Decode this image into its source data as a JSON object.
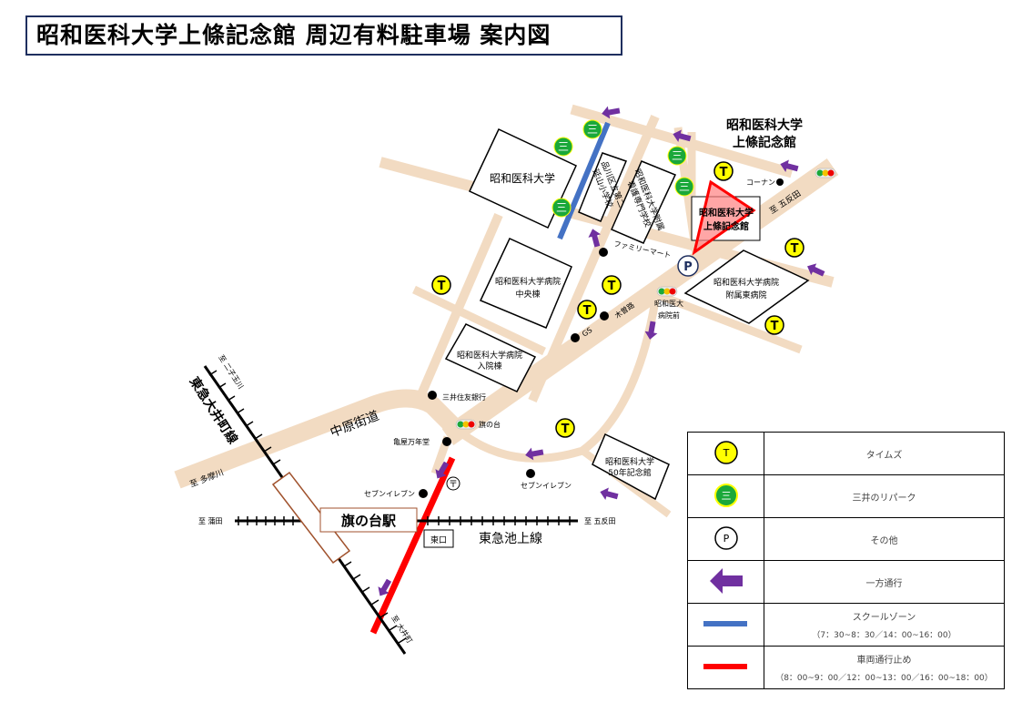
{
  "title": "昭和医科大学上條記念館 周辺有料駐車場 案内図",
  "colors": {
    "road": "#f2dbc2",
    "times": "#ffff00",
    "mitsui": "#1aa83a",
    "one_way": "#7030a0",
    "school_zone": "#4472c4",
    "closed": "#ff0000",
    "title_border": "#1f2f5f"
  },
  "map": {
    "target_name": [
      "昭和医科大学",
      "上條記念館"
    ],
    "target_box": [
      "昭和医科大学",
      "上條記念館"
    ],
    "buildings": {
      "university": "昭和医科大学",
      "elementary": [
        "品川区立第二",
        "延山小学校"
      ],
      "nursing": [
        "昭和医科大学附属",
        "看護専門学校"
      ],
      "central": [
        "昭和医科大学病院",
        "中央棟"
      ],
      "east": [
        "昭和医科大学病院",
        "附属東病院"
      ],
      "inpatient": [
        "昭和医科大学病院",
        "入院棟"
      ],
      "memorial50": [
        "昭和医科大学",
        "50年記念館"
      ],
      "station": "旗の台駅",
      "east_exit": "東口"
    },
    "places": {
      "familymart": "ファミリーマート",
      "konan": "コーナン",
      "gs": "GS",
      "kisoji": "木曽路",
      "smbc": "三井住友銀行",
      "kameya": "亀屋万年堂",
      "seven1": "セブンイレブン",
      "seven2": "セブンイレブン"
    },
    "signals": {
      "hospital": [
        "昭和医大",
        "病院前"
      ],
      "hatanodai": "旗の台"
    },
    "roads": {
      "nakahara": "中原街道",
      "to_tamagawa": "至 多摩川",
      "to_gotanda_top": "至 五反田"
    },
    "rail": {
      "oimachi": "東急大井町線",
      "ikegami": "東急池上線",
      "to_futakotamagawa": "至 二子玉川",
      "to_oimachi": "至 大井町",
      "to_kamata": "至 蒲田",
      "to_gotanda": "至 五反田"
    },
    "icons": {
      "times": "T",
      "mitsui": "三",
      "other": "P"
    }
  },
  "legend": [
    {
      "icon": "times-icon",
      "symbol": "T",
      "label": "タイムズ"
    },
    {
      "icon": "mitsui-icon",
      "symbol": "三",
      "label": "三井のリパーク"
    },
    {
      "icon": "parking-icon",
      "symbol": "P",
      "label": "その他"
    },
    {
      "icon": "one-way-arrow-icon",
      "label": "一方通行"
    },
    {
      "icon": "school-zone-line-icon",
      "label": "スクールゾーン",
      "sub": "（7：30~8：30／14：00~16：00）"
    },
    {
      "icon": "closed-road-line-icon",
      "label": "車両通行止め",
      "sub": "（8：00~9：00／12：00~13：00／16：00~18：00）"
    }
  ]
}
